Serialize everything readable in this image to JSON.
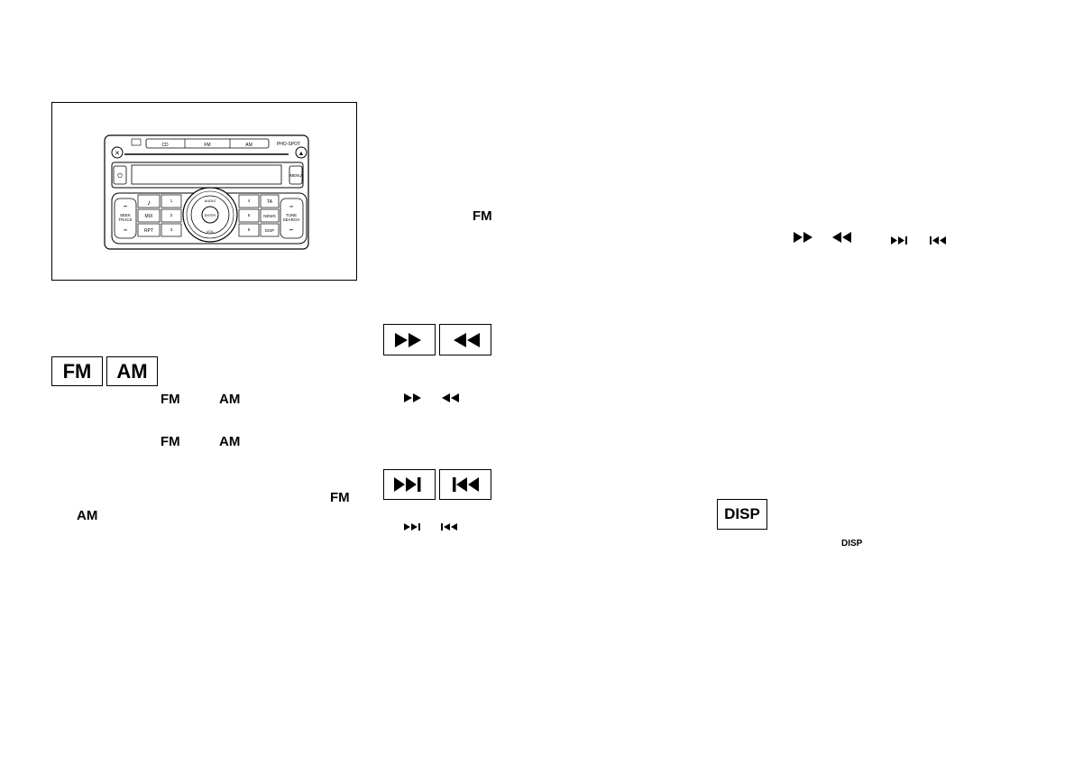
{
  "figure": {
    "radio": {
      "slot_buttons": [
        "CD",
        "FM",
        "AM"
      ],
      "brand": "PHO-SPOT",
      "menu_label": "MENU",
      "left_buttons": [
        "MIX",
        "RPT"
      ],
      "left_side_label": [
        "SEEK",
        "TRACK"
      ],
      "right_side_label": [
        "TUNE",
        "SEARCH"
      ],
      "right_buttons": [
        "TA",
        "NEWS",
        "DISP"
      ],
      "presets": [
        "1",
        "2",
        "3",
        "4",
        "5",
        "6"
      ],
      "knob_top": "AUDIO",
      "knob_center": "ENTER",
      "knob_bottom": "VOL"
    }
  },
  "buttons": {
    "fm": "FM",
    "am": "AM",
    "disp": "DISP"
  },
  "inline": {
    "fm_1": "FM",
    "am_1": "AM",
    "fm_2": "FM",
    "am_2": "AM",
    "fm_3": "FM",
    "am_3": "AM",
    "fm_mid": "FM",
    "disp_small": "DISP"
  },
  "icons": {
    "fast_forward": "fast-forward-icon",
    "rewind": "rewind-icon",
    "next_track": "next-track-icon",
    "previous_track": "previous-track-icon"
  }
}
